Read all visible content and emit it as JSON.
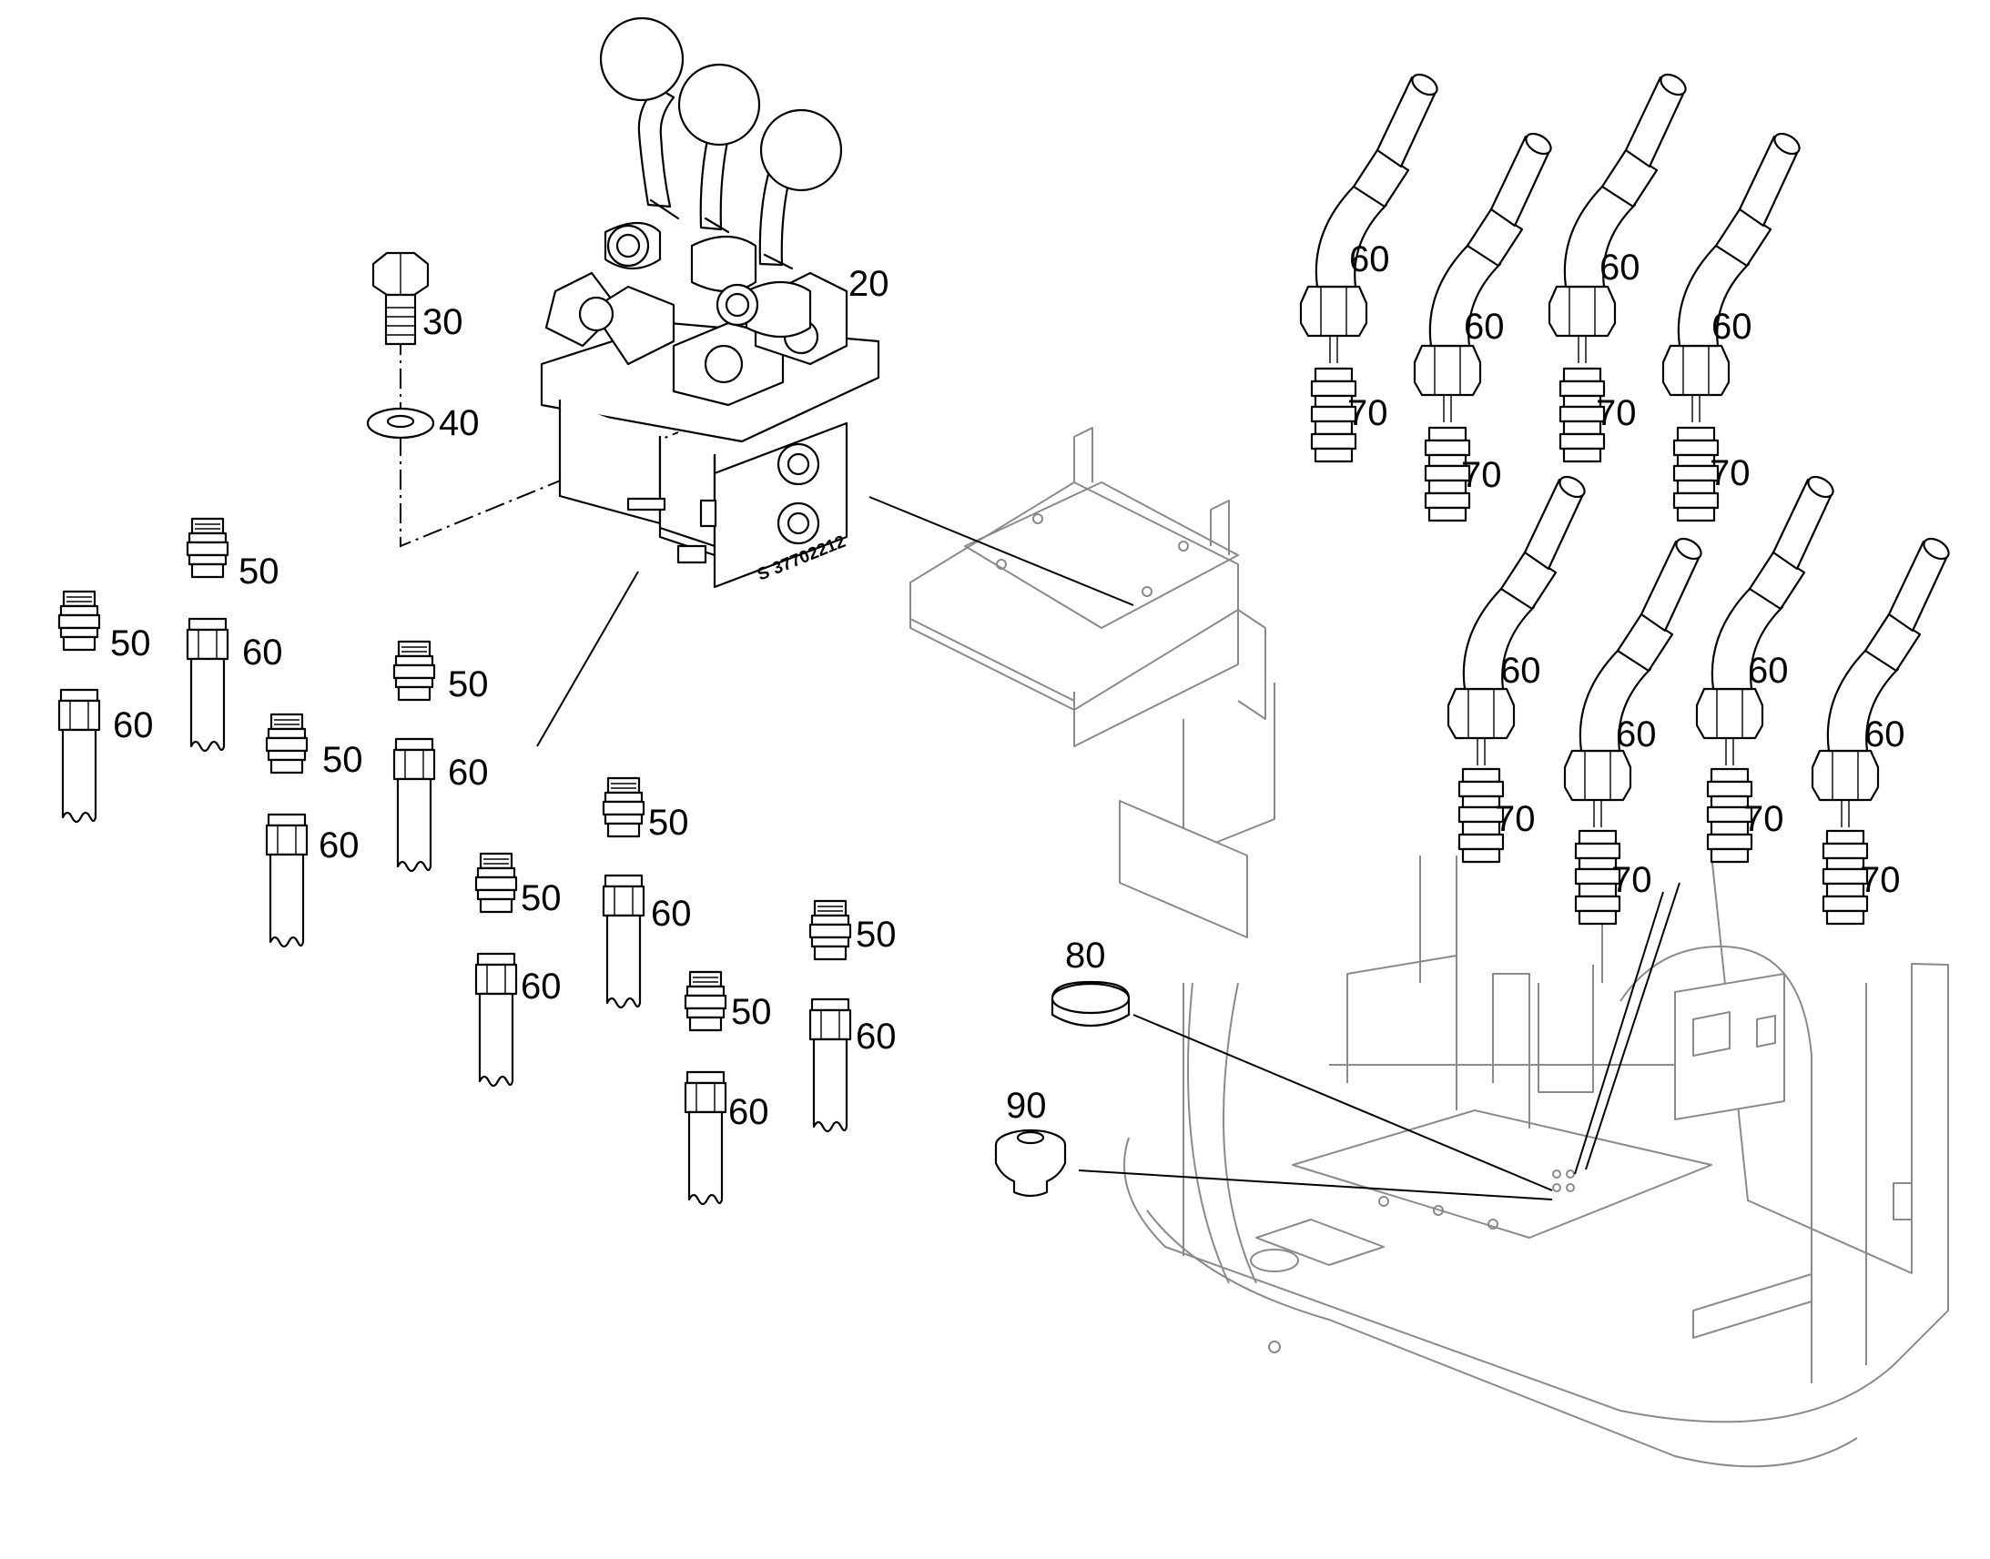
{
  "diagram": {
    "type": "exploded parts diagram",
    "part_numbers": {
      "control_valve": "20",
      "bolt": "30",
      "washer": "40",
      "adapter": "50",
      "hose": "60",
      "fitting": "70",
      "plug": "80",
      "grommet": "90"
    },
    "valve_marking": "S 37702212",
    "colors": {
      "ink": "#000000",
      "context_grey": "#8a8a8a"
    }
  }
}
